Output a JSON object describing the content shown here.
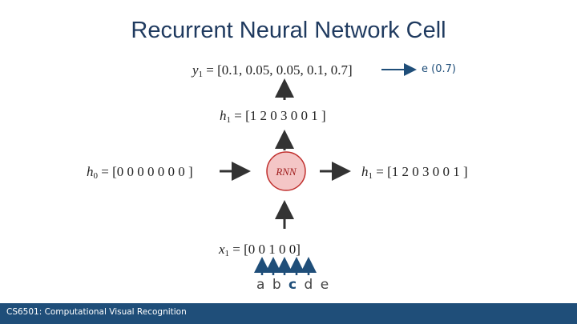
{
  "title": "Recurrent Neural Network Cell",
  "y1": {
    "var": "y",
    "sub": "1",
    "value": "= [0.1, 0.05, 0.05, 0.1, 0.7]"
  },
  "output_label": "e (0.7)",
  "h1_top": {
    "var": "h",
    "sub": "1",
    "value": "= [1 2 0 3 0 0 1 ]"
  },
  "h0": {
    "var": "h",
    "sub": "0",
    "value": "= [0 0 0 0 0 0 0 ]"
  },
  "h1_right": {
    "var": "h",
    "sub": "1",
    "value": "= [1 2 0 3 0 0 1 ]"
  },
  "x1": {
    "var": "x",
    "sub": "1",
    "value": "=  [0 0 1 0 0]"
  },
  "cell_label": "RNN",
  "letters": [
    "a",
    "b",
    "c",
    "d",
    "e"
  ],
  "footer": "CS6501: Computational Visual Recognition",
  "colors": {
    "title": "#1f3a5f",
    "cell_fill": "#f4c6c6",
    "cell_stroke": "#c0302e",
    "accent": "#1f4e79"
  }
}
